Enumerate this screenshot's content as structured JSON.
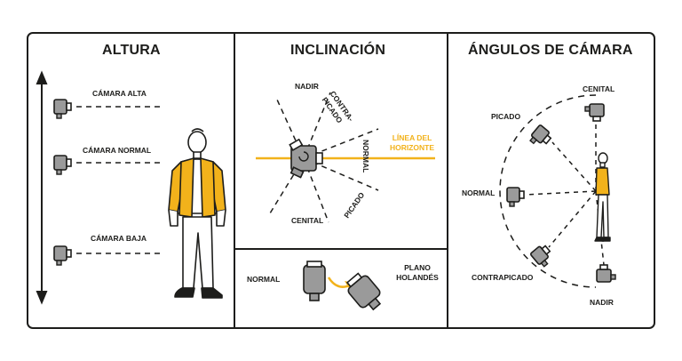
{
  "colors": {
    "accent": "#f2b21b",
    "ink": "#1d1d1b",
    "camera_body": "#9a9a9a",
    "background": "#ffffff"
  },
  "panels": {
    "altura": {
      "title": "ALTURA",
      "labels": {
        "high": "CÁMARA ALTA",
        "normal": "CÁMARA NORMAL",
        "low": "CÁMARA BAJA"
      }
    },
    "inclinacion": {
      "title": "INCLINACIÓN",
      "labels": {
        "nadir": "NADIR",
        "contrapicado_1": "CONTRA-",
        "contrapicado_2": "PICADO",
        "normal": "NORMAL",
        "picado": "PICADO",
        "cenital": "CENITAL",
        "horizon_1": "LÍNEA DEL",
        "horizon_2": "HORIZONTE"
      }
    },
    "holandes": {
      "labels": {
        "normal": "NORMAL",
        "dutch_1": "PLANO",
        "dutch_2": "HOLANDÉS"
      }
    },
    "angulos": {
      "title": "ÁNGULOS DE CÁMARA",
      "labels": {
        "cenital": "CENITAL",
        "picado": "PICADO",
        "normal": "NORMAL",
        "contrapicado": "CONTRAPICADO",
        "nadir": "NADIR"
      }
    }
  }
}
